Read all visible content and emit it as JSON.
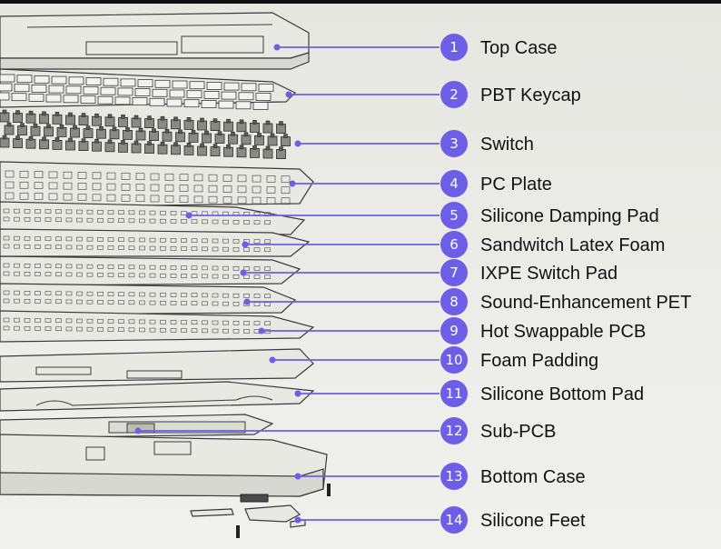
{
  "colors": {
    "accent": "#6d5ee8",
    "label": "#111111",
    "background": "#ebebe6"
  },
  "parts": [
    {
      "number": "1",
      "label": "Top Case"
    },
    {
      "number": "2",
      "label": "PBT Keycap"
    },
    {
      "number": "3",
      "label": "Switch"
    },
    {
      "number": "4",
      "label": "PC Plate"
    },
    {
      "number": "5",
      "label": "Silicone Damping Pad"
    },
    {
      "number": "6",
      "label": "Sandwitch Latex Foam"
    },
    {
      "number": "7",
      "label": "IXPE Switch Pad"
    },
    {
      "number": "8",
      "label": "Sound-Enhancement PET"
    },
    {
      "number": "9",
      "label": "Hot Swappable PCB"
    },
    {
      "number": "10",
      "label": "Foam Padding"
    },
    {
      "number": "11",
      "label": "Silicone Bottom Pad"
    },
    {
      "number": "12",
      "label": "Sub-PCB"
    },
    {
      "number": "13",
      "label": "Bottom Case"
    },
    {
      "number": "14",
      "label": "Silicone Feet"
    }
  ]
}
